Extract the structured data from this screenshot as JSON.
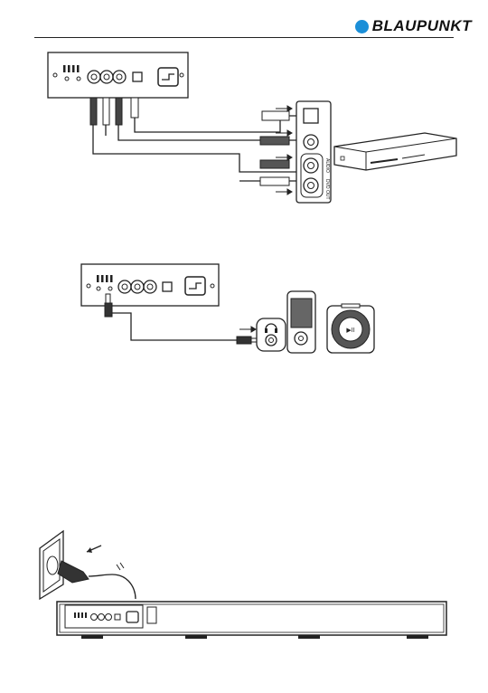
{
  "header": {
    "brand": "BLAUPUNKT",
    "brand_color": "#1b8fd8"
  },
  "figure1": {
    "jack_label_1": "AUDIO",
    "jack_label_2": "DVD OUT"
  },
  "figure2": {
    "player_button_label": "▶II"
  },
  "icons": [
    "plug-icon",
    "headphone-icon",
    "arrow-icon",
    "power-outlet-icon",
    "optical-port-icon"
  ]
}
